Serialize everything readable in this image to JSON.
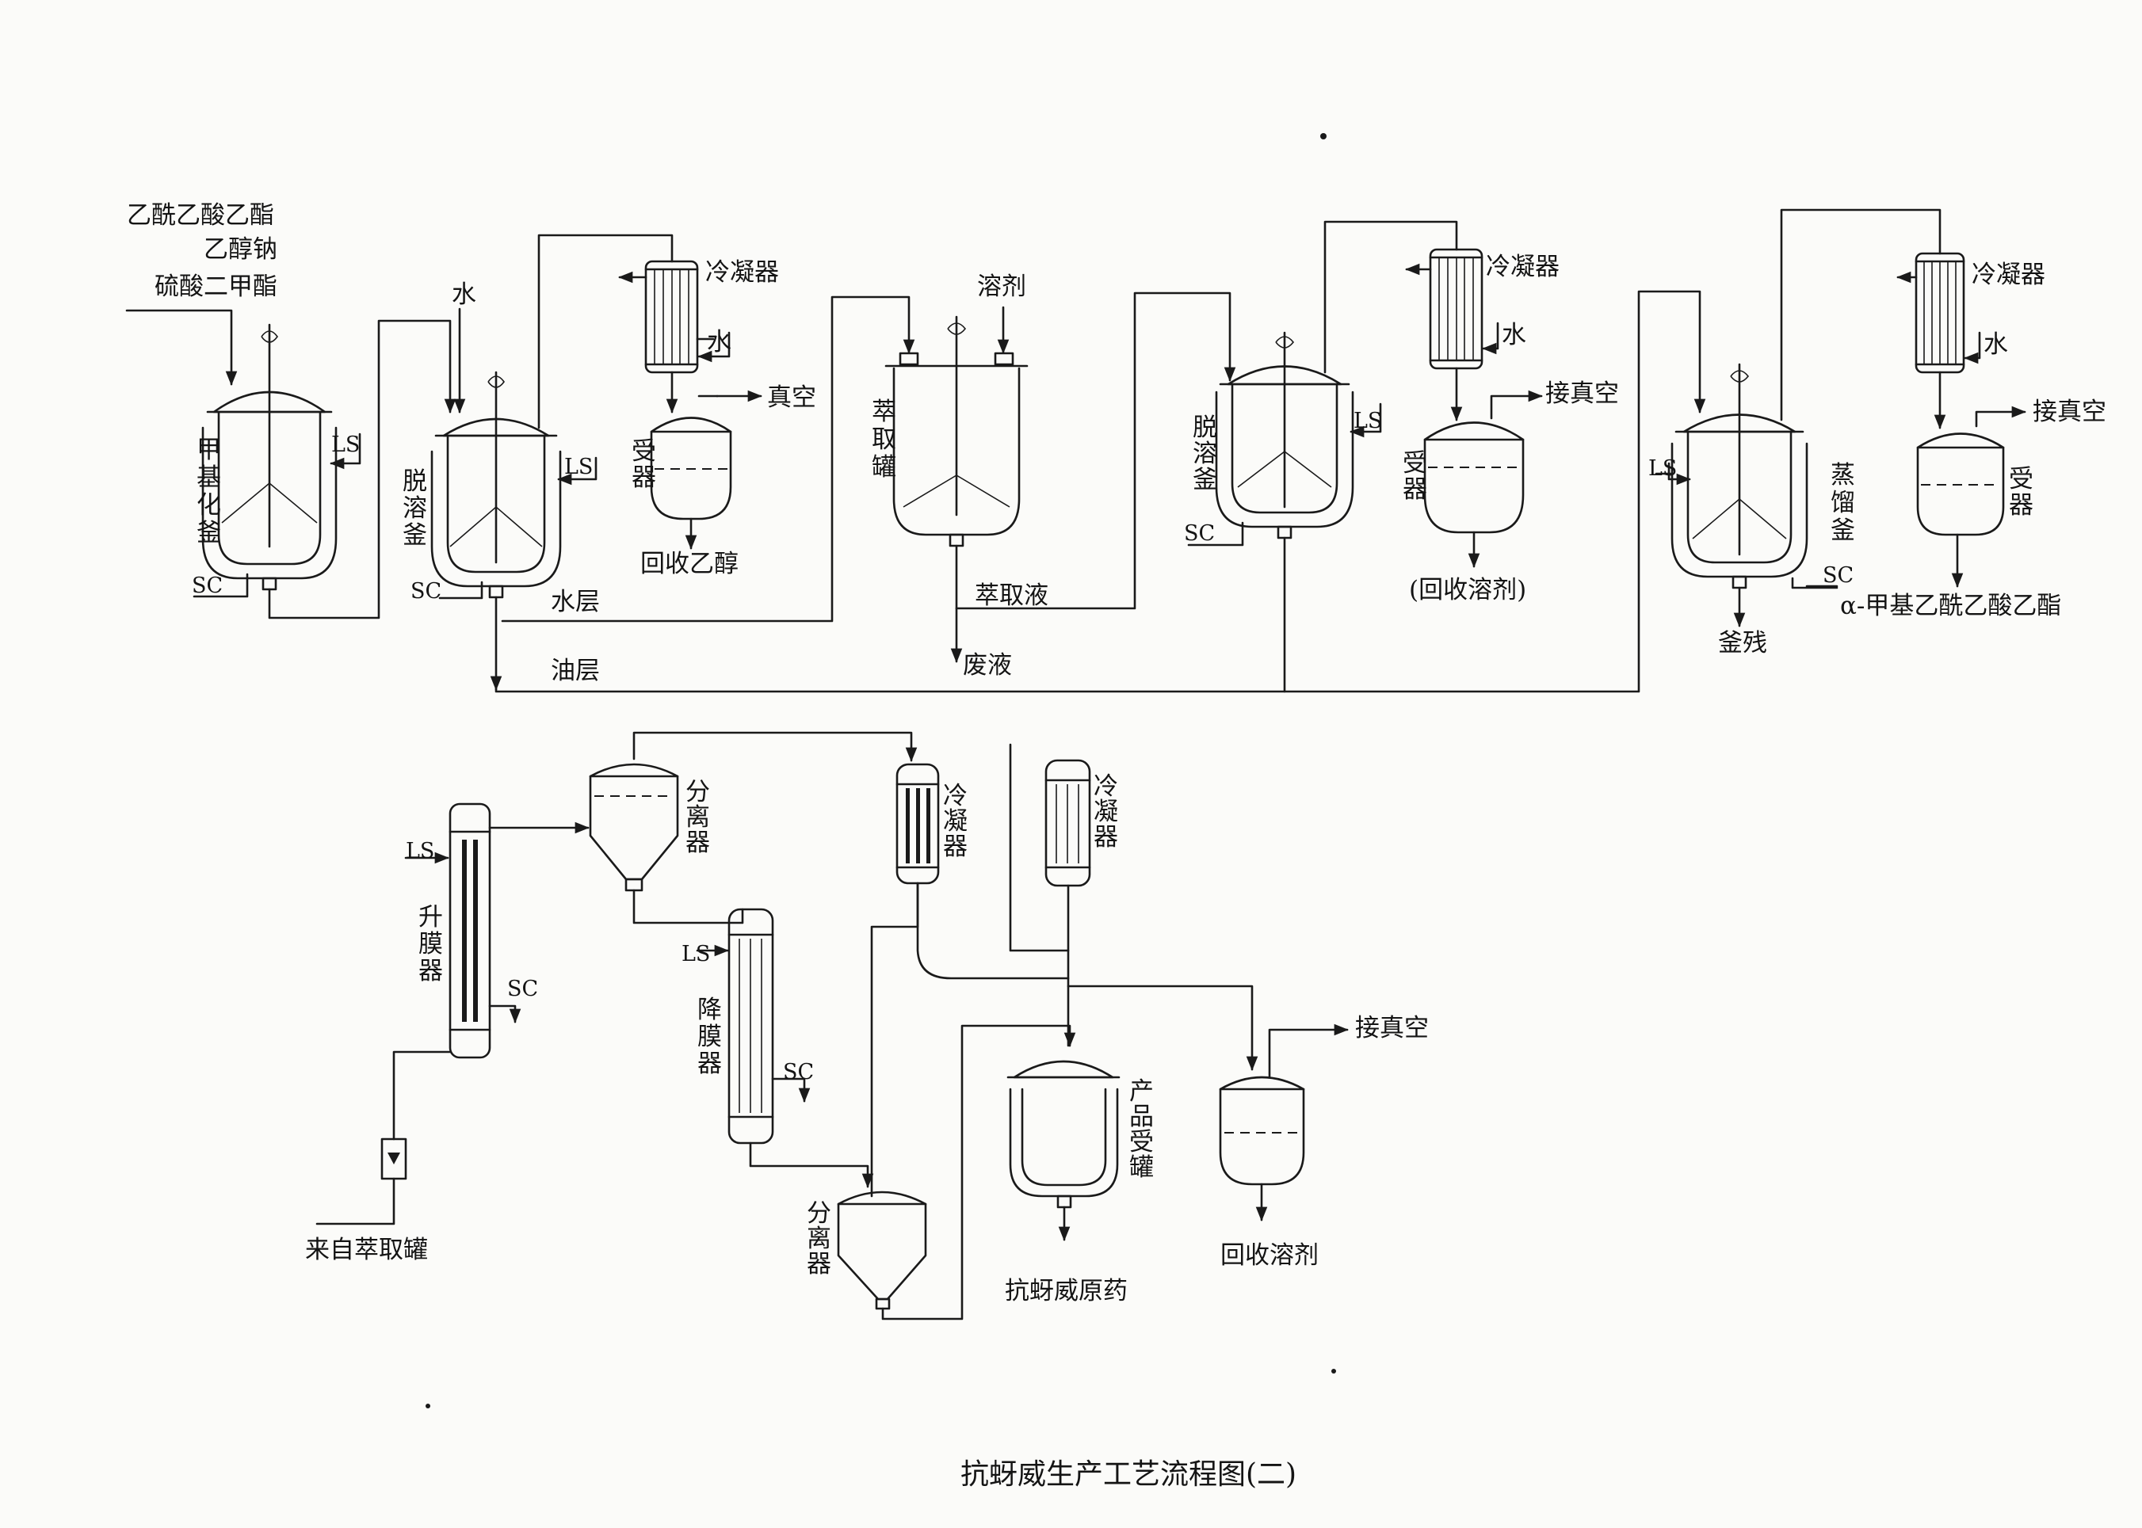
{
  "title": "抗蚜威生产工艺流程图(二)",
  "feeds": {
    "line1": "乙酰乙酸乙酯",
    "line2": "乙醇钠",
    "line3": "硫酸二甲酯"
  },
  "equipment": {
    "methylation_kettle": "甲基化釜",
    "desolvation_kettle_1": "脱溶釜",
    "condenser": "冷凝器",
    "receiver": "受器",
    "extraction_tank": "萃取罐",
    "desolvation_kettle_2": "脱溶釜",
    "distillation_kettle": "蒸馏釜",
    "rising_film": "升膜器",
    "falling_film": "降膜器",
    "separator": "分离器",
    "product_receiver": "产品受罐"
  },
  "streams": {
    "water": "水",
    "ls": "LS",
    "sc": "SC",
    "solvent": "溶剂",
    "vacuum": "真空",
    "connect_vacuum": "接真空",
    "recover_ethanol": "回收乙醇",
    "recover_solvent_paren": "(回收溶剂)",
    "recover_solvent": "回收溶剂",
    "water_layer": "水层",
    "oil_layer": "油层",
    "extract": "萃取液",
    "waste": "废液",
    "residue": "釜残",
    "alpha_product": "α-甲基乙酰乙酸乙酯",
    "from_extraction": "来自萃取罐",
    "final_product": "抗蚜威原药"
  }
}
